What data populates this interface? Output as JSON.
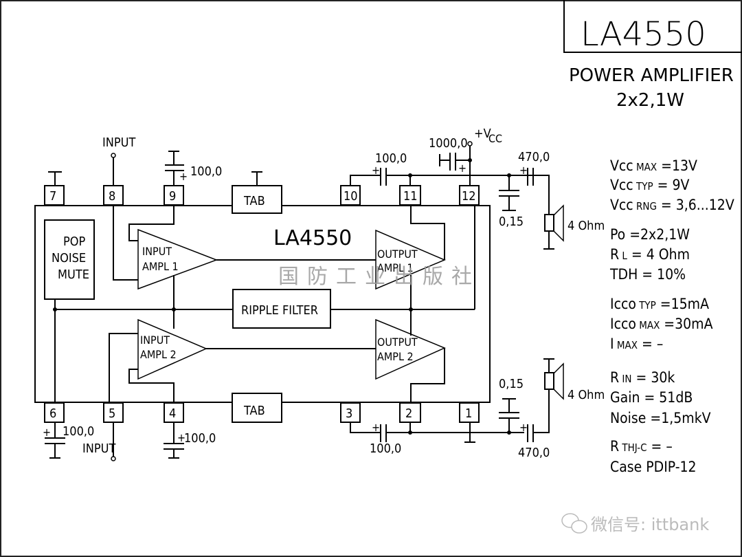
{
  "title": {
    "part_number": "LA4550",
    "description": "POWER AMPLIFIER",
    "power": "2x2,1W"
  },
  "chip": {
    "label": "LA4550",
    "blocks": {
      "pop_noise_mute": [
        "POP",
        "NOISE",
        "MUTE"
      ],
      "input_ampl_1": [
        "INPUT",
        "AMPL 1"
      ],
      "input_ampl_2": [
        "INPUT",
        "AMPL 2"
      ],
      "output_ampl_1": [
        "OUTPUT",
        "AMPL 1"
      ],
      "output_ampl_2": [
        "OUTPUT",
        "AMPL 2"
      ],
      "ripple_filter": "RIPPLE FILTER",
      "tab_top": "TAB",
      "tab_bottom": "TAB"
    },
    "pins_top": [
      "7",
      "8",
      "9",
      "10",
      "11",
      "12"
    ],
    "pins_bottom": [
      "6",
      "5",
      "4",
      "3",
      "2",
      "1"
    ]
  },
  "external": {
    "input_top": "INPUT",
    "input_bottom": "INPUT",
    "vcc": "+V",
    "vcc_sub": "CC",
    "cap_pin9": "100,0",
    "cap_pin10": "100,0",
    "cap_vcc": "1000,0",
    "cap_out1": "470,0",
    "cap_snub1": "0,15",
    "speaker1": "4 Ohm",
    "cap_pin6": "100,0",
    "cap_pin4": "100,0",
    "cap_pin3": "100,0",
    "cap_out2": "470,0",
    "cap_snub2": "0,15",
    "speaker2": "4 Ohm",
    "plus": "+"
  },
  "specs": [
    {
      "name": "Vcc",
      "sub": "MAX",
      "value": "=13V"
    },
    {
      "name": "Vcc",
      "sub": "TYP",
      "value": " = 9V"
    },
    {
      "name": "Vcc",
      "sub": "RNG",
      "value": "= 3,6...12V"
    },
    {
      "name": "Po",
      "sub": "",
      "value": "  =2x2,1W"
    },
    {
      "name": "R",
      "sub": "L",
      "value": "  = 4  Ohm"
    },
    {
      "name": "TDH",
      "sub": "",
      "value": "= 10%"
    },
    {
      "name": "Icco",
      "sub": "TYP",
      "value": "=15mA"
    },
    {
      "name": "Icco",
      "sub": "MAX",
      "value": "=30mA"
    },
    {
      "name": "I",
      "sub": "MAX",
      "value": "  =    –"
    },
    {
      "name": "R",
      "sub": "IN",
      "value": "  = 30k"
    },
    {
      "name": "Gain",
      "sub": "",
      "value": "  = 51dB"
    },
    {
      "name": "Noise",
      "sub": "",
      "value": "=1,5mkV"
    },
    {
      "name": "R",
      "sub": "THJ-C",
      "value": " =  –"
    },
    {
      "name": "Case",
      "sub": "",
      "value": "  PDIP-12"
    }
  ],
  "watermark": {
    "publisher": "国防工业出版社",
    "wechat": "微信号: ittbank"
  }
}
